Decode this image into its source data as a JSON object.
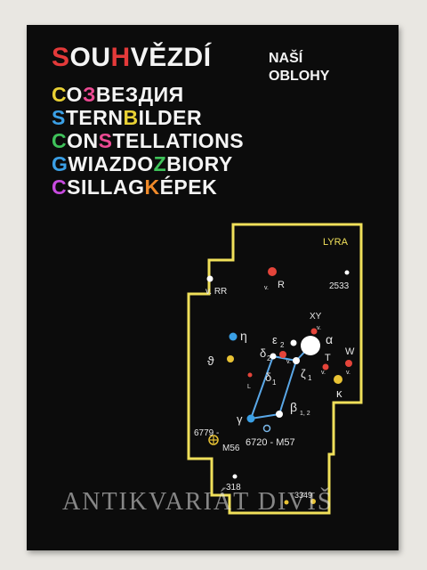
{
  "title": {
    "line1": [
      "S",
      "OU",
      "H",
      "VĚZDÍ"
    ],
    "suffix1": "NAŠÍ",
    "suffix2": "OBLOHY",
    "line2": [
      "С",
      "О",
      "З",
      "ВЕЗДИЯ"
    ],
    "line3": [
      "S",
      "TERN",
      "B",
      "ILDER"
    ],
    "line4": [
      "C",
      "ON",
      "S",
      "TELLATIONS"
    ],
    "line5": [
      "G",
      "WIAZDO",
      "Z",
      "BIORY"
    ],
    "line6": [
      "C",
      "SILLAG",
      "K",
      "ÉPEK"
    ]
  },
  "colors": {
    "red": "#e43a3a",
    "pink": "#ec4a93",
    "blue": "#3ba0e6",
    "green": "#3fc25a",
    "yellow": "#e9d134",
    "violet": "#c84be0",
    "orange": "#f08a2a",
    "background": "#0c0c0c"
  },
  "star_map": {
    "constellation": "LYRA",
    "labels": {
      "rr": "v. RR",
      "r": "R",
      "v_r": "v.",
      "n2533": "2533",
      "xy": "XY",
      "v_xy": "v.",
      "eps": "ε",
      "eps_sub": "2",
      "alpha": "α",
      "w": "W",
      "v_w": "v.",
      "eta": "η",
      "delta2": "δ",
      "delta2_sub": "2",
      "v_delta": "v.",
      "zeta": "ζ",
      "zeta_sub": "1",
      "t": "T",
      "v_t": "v.",
      "theta": "ϑ",
      "delta1": "δ",
      "delta1_sub": "1",
      "kappa": "κ",
      "l": "L",
      "beta": "β",
      "beta_sub": "1, 2",
      "gamma": "γ",
      "n6779": "6779 -",
      "m56": "M56",
      "n6720": "6720 - M57",
      "n318": "318",
      "n3349": "3349"
    }
  },
  "watermark": "ANTIKVARIÁT DIVIŠ"
}
